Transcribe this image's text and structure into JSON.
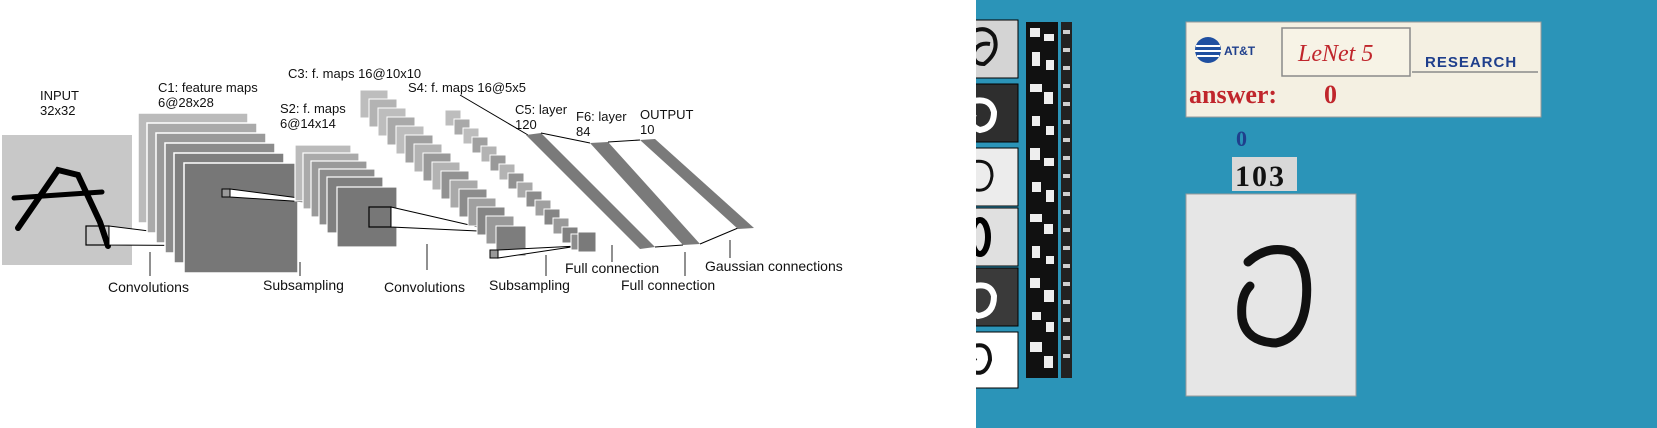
{
  "architecture": {
    "input": {
      "name": "INPUT",
      "size": "32x32"
    },
    "c1": {
      "name": "C1: feature maps",
      "size": "6@28x28"
    },
    "s2": {
      "name": "S2: f. maps",
      "size": "6@14x14"
    },
    "c3": {
      "name": "C3: f. maps 16@10x10"
    },
    "s4": {
      "name": "S4: f. maps 16@5x5"
    },
    "c5": {
      "name": "C5: layer",
      "size": "120"
    },
    "f6": {
      "name": "F6: layer",
      "size": "84"
    },
    "output": {
      "name": "OUTPUT",
      "size": "10"
    },
    "operations": {
      "convolutions_1": "Convolutions",
      "subsampling_1": "Subsampling",
      "convolutions_2": "Convolutions",
      "subsampling_2": "Subsampling",
      "full_connection_1": "Full connection",
      "full_connection_2": "Full connection",
      "gaussian": "Gaussian connections"
    }
  },
  "demo": {
    "brand": "AT&T",
    "title": "LeNet 5",
    "research": "RESEARCH",
    "answer_label": "answer:",
    "answer_value": "0",
    "predicted_digit": "0",
    "sequence": "103",
    "colors": {
      "background": "#2b94b8",
      "title_red": "#c0262c",
      "panel": "#f4f0e2",
      "digit_blue": "#1f3f8c"
    }
  }
}
